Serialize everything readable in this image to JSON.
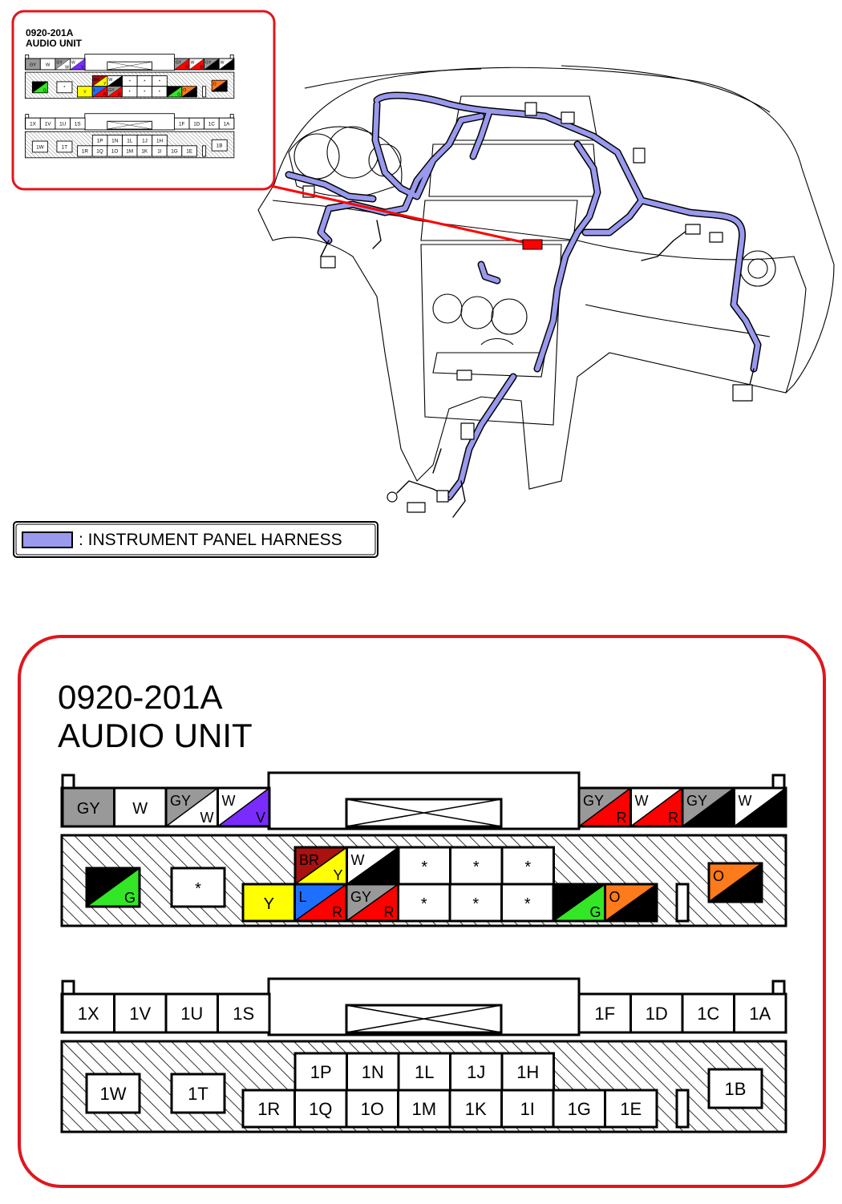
{
  "inset": {
    "code": "0920-201A",
    "name": "AUDIO UNIT"
  },
  "legend": {
    "text": ": INSTRUMENT PANEL HARNESS",
    "harness_color": "#9999ee"
  },
  "detail": {
    "code": "0920-201A",
    "name": "AUDIO UNIT"
  },
  "wire_colors": {
    "GY": "#999999",
    "W": "#ffffff",
    "V": "#7a2cff",
    "R": "#ff0000",
    "B": "#000000",
    "G": "#33e626",
    "Y": "#ffff00",
    "L": "#1f6fff",
    "BR": "#aa1111",
    "O": "#ff7a1a"
  },
  "connector_1": {
    "top_left": [
      {
        "label": "GY",
        "fill": "GY"
      },
      {
        "label": "W",
        "fill": "W"
      },
      {
        "a": "GY",
        "b": "W"
      },
      {
        "a": "W",
        "b": "V"
      }
    ],
    "top_right": [
      {
        "a": "GY",
        "b": "R"
      },
      {
        "a": "W",
        "b": "R"
      },
      {
        "a": "GY",
        "b": "B"
      },
      {
        "a": "W",
        "b": "B"
      }
    ],
    "bottom_left": [
      {
        "a": "B",
        "b": "G"
      },
      {
        "label": "*",
        "fill": "W"
      }
    ],
    "bottom_upper_row": [
      {
        "a": "BR",
        "b": "Y"
      },
      {
        "a": "W",
        "b": "B"
      },
      {
        "label": "*",
        "fill": "W"
      },
      {
        "label": "*",
        "fill": "W"
      },
      {
        "label": "*",
        "fill": "W"
      }
    ],
    "bottom_lower_row": [
      {
        "label": "Y",
        "fill": "Y"
      },
      {
        "a": "L",
        "b": "R"
      },
      {
        "a": "GY",
        "b": "R"
      },
      {
        "label": "*",
        "fill": "W"
      },
      {
        "label": "*",
        "fill": "W"
      },
      {
        "label": "*",
        "fill": "W"
      },
      {
        "a": "B",
        "b": "G"
      },
      {
        "a": "O",
        "b": "B"
      }
    ],
    "bottom_right": [
      {
        "a": "O",
        "b": "B"
      }
    ]
  },
  "connector_2": {
    "top_left": [
      "1X",
      "1V",
      "1U",
      "1S"
    ],
    "top_right": [
      "1F",
      "1D",
      "1C",
      "1A"
    ],
    "bottom_left": [
      "1W",
      "1T"
    ],
    "bottom_upper_row": [
      "1P",
      "1N",
      "1L",
      "1J",
      "1H"
    ],
    "bottom_lower_row": [
      "1R",
      "1Q",
      "1O",
      "1M",
      "1K",
      "1I",
      "1G",
      "1E"
    ],
    "bottom_right": [
      "1B"
    ]
  }
}
